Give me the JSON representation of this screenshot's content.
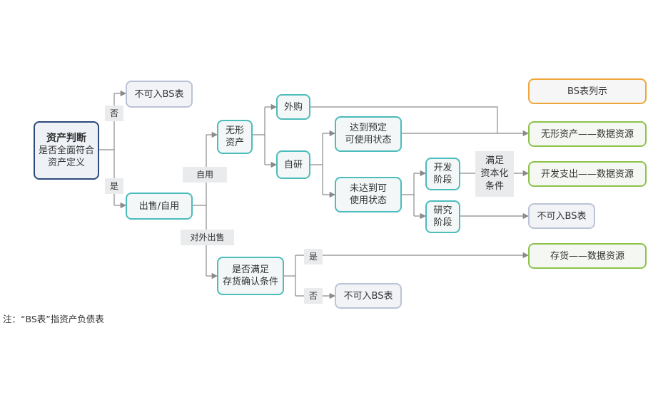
{
  "root": {
    "title": "资产判断",
    "line1": "是否全面符合",
    "line2": "资产定义"
  },
  "not_in_bs": "不可入BS表",
  "labels": {
    "no": "否",
    "yes": "是",
    "self_use": "自用",
    "external_sale": "对外出售",
    "no2": "否",
    "yes2": "是",
    "capitalize": [
      "满足",
      "资本化",
      "条件"
    ]
  },
  "nodes": {
    "sale_self": "出售/自用",
    "intangible": [
      "无形",
      "资产"
    ],
    "purchase": "外购",
    "self_dev": "自研",
    "reach_ready": [
      "达到预定",
      "可使用状态"
    ],
    "not_ready": [
      "未达到可",
      "使用状态"
    ],
    "dev_stage": [
      "开发",
      "阶段"
    ],
    "research_stage": [
      "研究",
      "阶段"
    ],
    "inventory_check": [
      "是否满足",
      "存货确认条件"
    ]
  },
  "outcomes": {
    "header": "BS表列示",
    "intangible_data": "无形资产——数据资源",
    "dev_expense_data": "开发支出——数据资源",
    "not_in_bs_research": "不可入BS表",
    "inventory_data": "存货——数据资源",
    "not_in_bs_inventory": "不可入BS表"
  },
  "note": "注：“BS表”指资产负债表",
  "colors": {
    "teal": "#4dbcbc",
    "green": "#8bc34a",
    "gray": "#bcc3d6",
    "orange": "#f0a63c",
    "navy": "#2d4a7c",
    "line": "#8a8a8a"
  }
}
